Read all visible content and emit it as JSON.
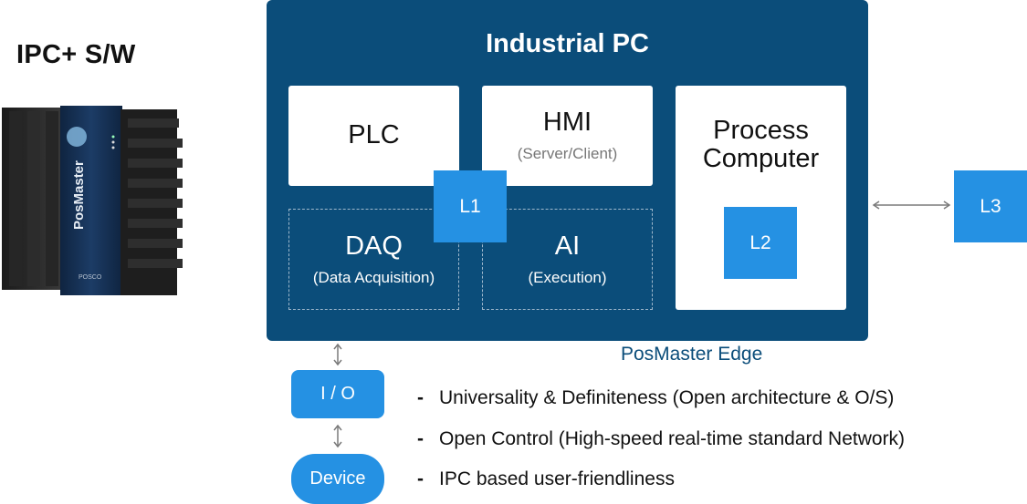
{
  "heading": "IPC+ S/W",
  "device": {
    "brand": "PosMaster",
    "maker": "POSCO"
  },
  "ipc": {
    "title": "Industrial PC",
    "plc": "PLC",
    "hmi": {
      "title": "HMI",
      "subtitle": "(Server/Client)"
    },
    "process": {
      "line1": "Process",
      "line2": "Computer"
    },
    "daq": {
      "title": "DAQ",
      "subtitle": "(Data Acquisition)"
    },
    "ai": {
      "title": "AI",
      "subtitle": "(Execution)"
    }
  },
  "levels": {
    "l1": "L1",
    "l2": "L2",
    "l3": "L3"
  },
  "edge_label": "PosMaster Edge",
  "io": "I / O",
  "device_node": "Device",
  "bullets": [
    "Universality & Definiteness (Open architecture & O/S)",
    "Open Control (High-speed real-time standard Network)",
    "IPC based user-friendliness"
  ],
  "colors": {
    "primary": "#0b4d7a",
    "accent": "#2591e3"
  }
}
